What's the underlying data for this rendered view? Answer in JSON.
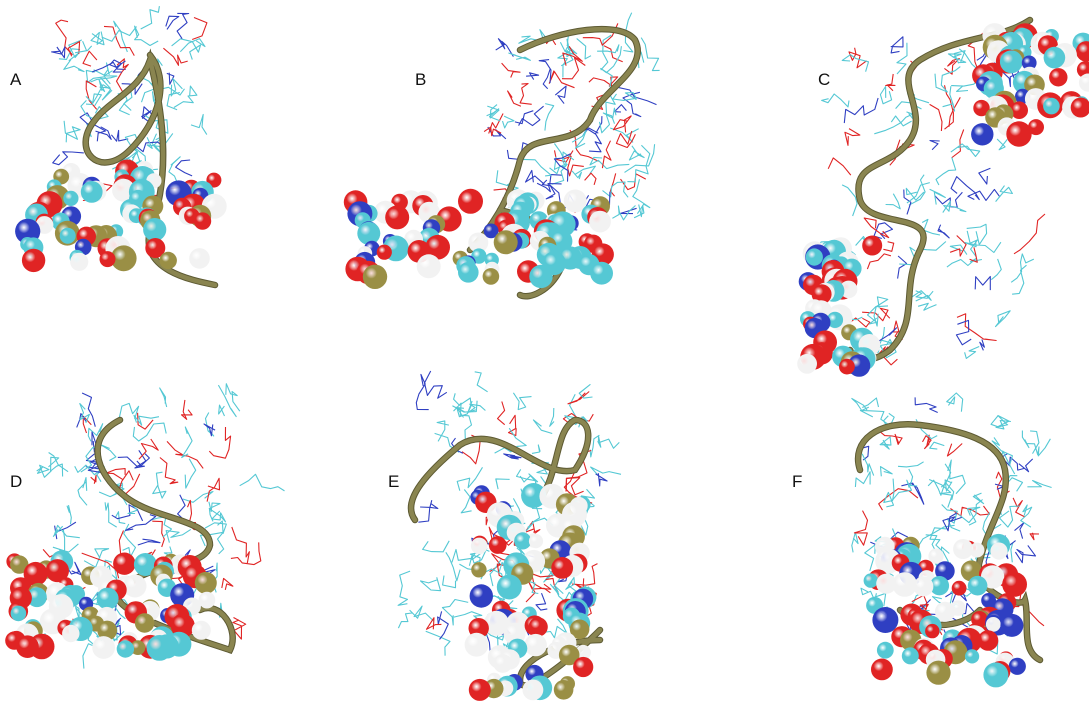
{
  "figure": {
    "colors": {
      "backbone": "#8a8550",
      "carbon": "#55c8d4",
      "oxygen": "#e02424",
      "nitrogen": "#2f3fc2",
      "hydrogen": "#f2f2f2",
      "phosphorus": "#9a8f45"
    },
    "panels": [
      {
        "label": "A"
      },
      {
        "label": "B"
      },
      {
        "label": "C"
      },
      {
        "label": "D"
      },
      {
        "label": "E"
      },
      {
        "label": "F"
      }
    ]
  }
}
